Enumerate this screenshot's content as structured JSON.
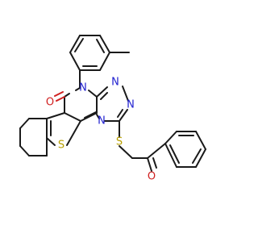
{
  "molecule": {
    "atoms": {
      "o1": {
        "symbol": "O",
        "color": "#d02020"
      },
      "o2": {
        "symbol": "O",
        "color": "#d02020"
      },
      "n1": {
        "symbol": "N",
        "color": "#2020d0"
      },
      "n2": {
        "symbol": "N",
        "color": "#2020d0"
      },
      "n3": {
        "symbol": "N",
        "color": "#2020d0"
      },
      "n4": {
        "symbol": "N",
        "color": "#2020d0"
      },
      "s1": {
        "symbol": "S",
        "color": "#b8a000"
      },
      "s2": {
        "symbol": "S",
        "color": "#b8a000"
      }
    },
    "colors": {
      "carbon_bond": "#1a1a1a",
      "nitrogen": "#2020d0",
      "oxygen": "#d02020",
      "sulfur": "#b8a000"
    }
  }
}
